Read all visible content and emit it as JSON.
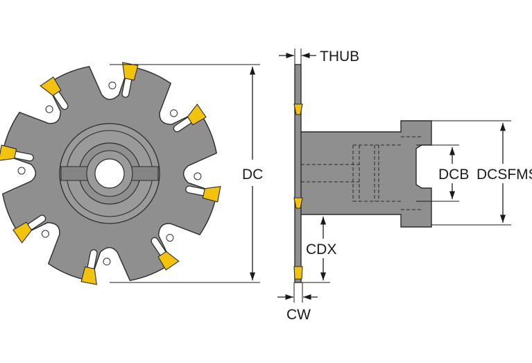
{
  "labels": {
    "thub": "THUB",
    "dc": "DC",
    "dcb": "DCB",
    "dcsfms": "DCSFMS",
    "cdx": "CDX",
    "cw": "CW"
  },
  "colors": {
    "body": "#8f8f8f",
    "insert": "#f3c20d",
    "outline": "#2a2a2a",
    "dimension": "#1a1a1a"
  }
}
